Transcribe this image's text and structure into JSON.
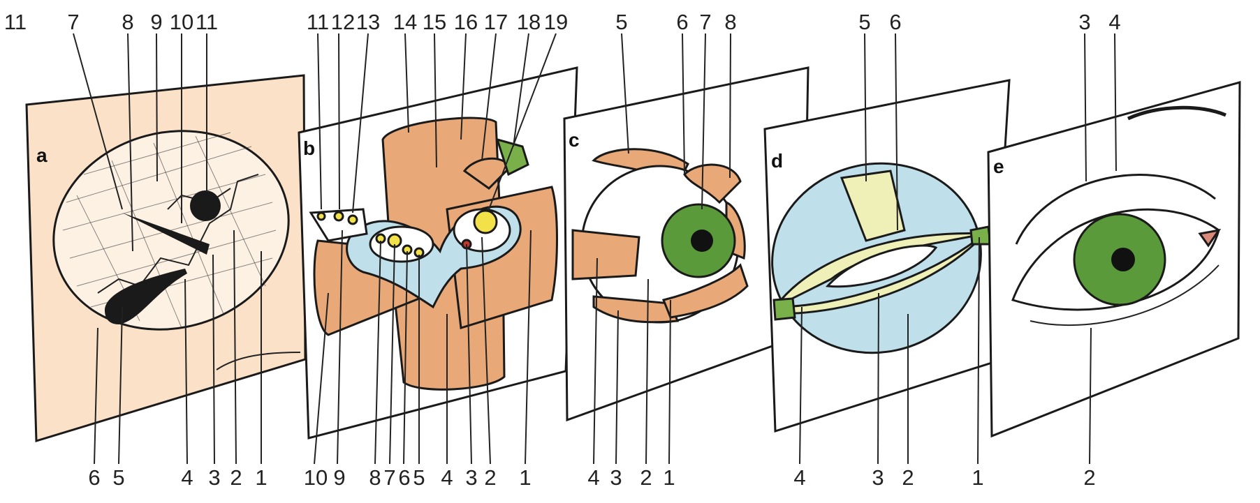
{
  "figure": {
    "panels": [
      {
        "id": "a",
        "label": "a",
        "top_numbers": [
          "11",
          "7",
          "8",
          "9",
          "10",
          "11"
        ],
        "bottom_numbers": [
          "6",
          "5",
          "4",
          "3",
          "2",
          "1"
        ]
      },
      {
        "id": "b",
        "label": "b",
        "top_numbers": [
          "11",
          "12",
          "13",
          "14",
          "15",
          "16",
          "17",
          "18",
          "19"
        ],
        "bottom_numbers": [
          "10",
          "9",
          "8",
          "7",
          "6",
          "5",
          "4",
          "3",
          "2",
          "1"
        ]
      },
      {
        "id": "c",
        "label": "c",
        "top_numbers": [
          "5",
          "6",
          "7",
          "8"
        ],
        "bottom_numbers": [
          "4",
          "3",
          "2",
          "1"
        ]
      },
      {
        "id": "d",
        "label": "d",
        "top_numbers": [
          "5",
          "6"
        ],
        "bottom_numbers": [
          "4",
          "3",
          "2",
          "1"
        ]
      },
      {
        "id": "e",
        "label": "e",
        "top_numbers": [
          "3",
          "4"
        ],
        "bottom_numbers": [
          "2"
        ]
      }
    ]
  },
  "colors": {
    "bone_background": "#fbe1c7",
    "muscle": "#e8a878",
    "fat_blue": "#bfe0ea",
    "iris_green": "#5a9a3a",
    "nerve_yellow": "#f3e14a",
    "tendon_yellow": "#eef0b8",
    "outline": "#1a1a1a"
  }
}
